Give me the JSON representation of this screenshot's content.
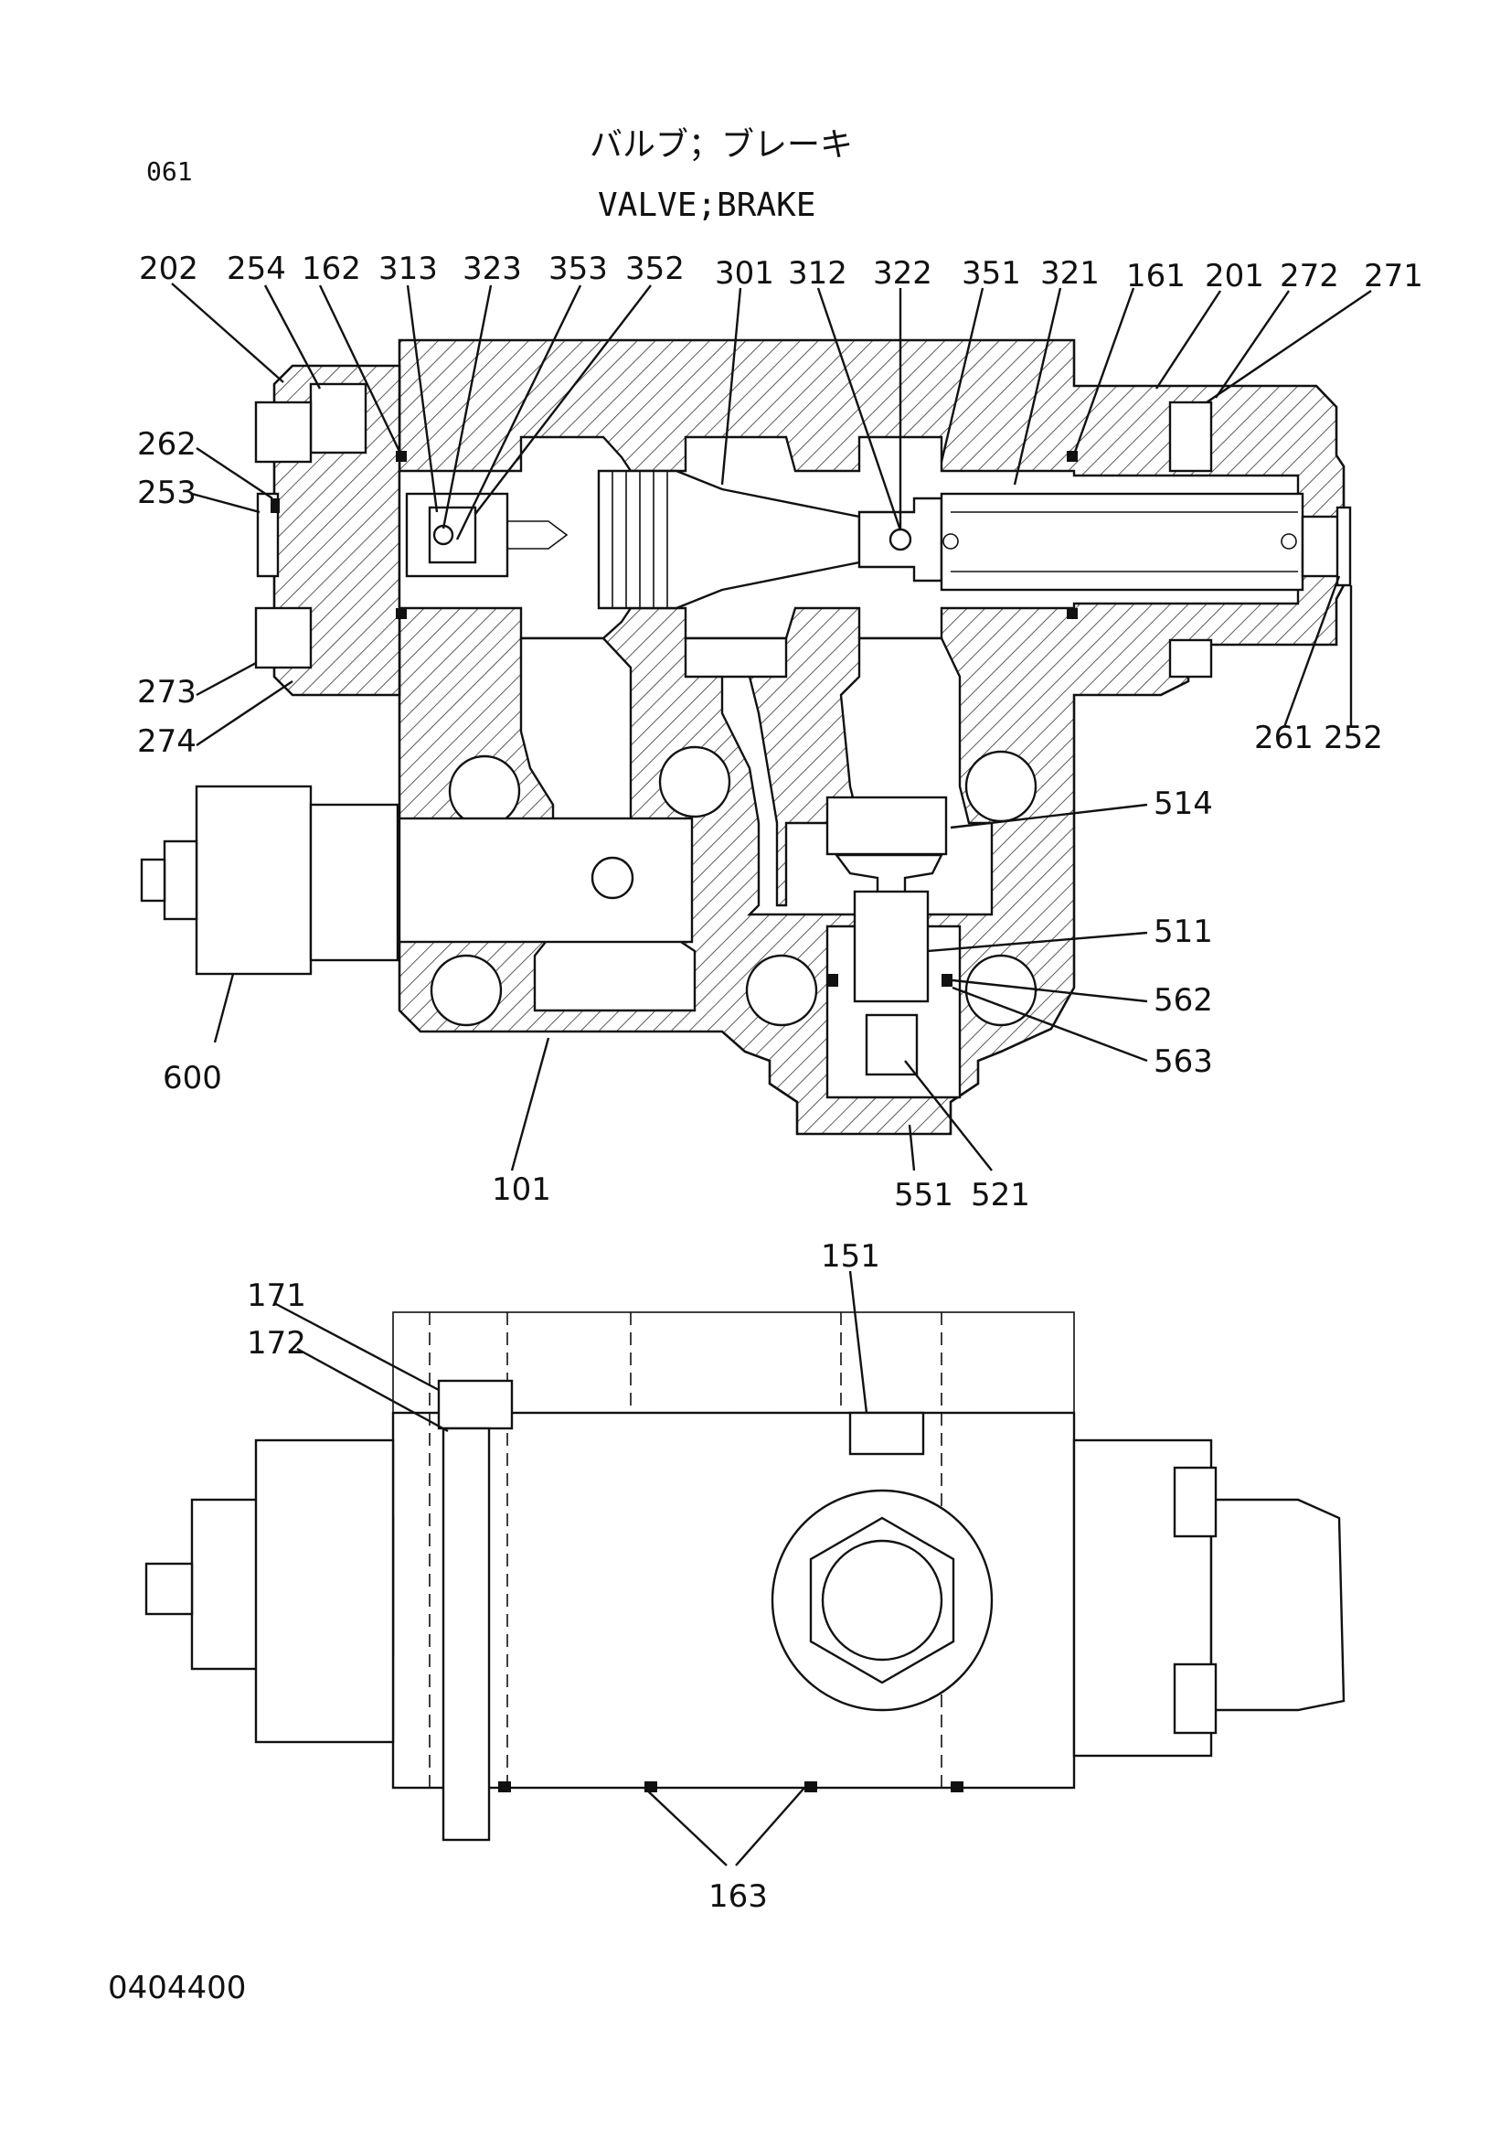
{
  "sheet": {
    "page_code": "061",
    "title_jp": "バルブ；ブレーキ",
    "title_en": "VALVE;BRAKE",
    "drawing_number": "0404400"
  },
  "callouts_top": [
    "202",
    "254",
    "162",
    "313",
    "323",
    "353",
    "352",
    "301",
    "312",
    "322",
    "351",
    "321",
    "161",
    "201",
    "272",
    "271"
  ],
  "callouts_left": [
    "262",
    "253",
    "273",
    "274",
    "600"
  ],
  "callouts_right": [
    "261",
    "252",
    "514",
    "511",
    "562",
    "563"
  ],
  "callouts_bottom": [
    "101",
    "551",
    "521"
  ],
  "callouts_plan": [
    "171",
    "172",
    "151",
    "163"
  ]
}
